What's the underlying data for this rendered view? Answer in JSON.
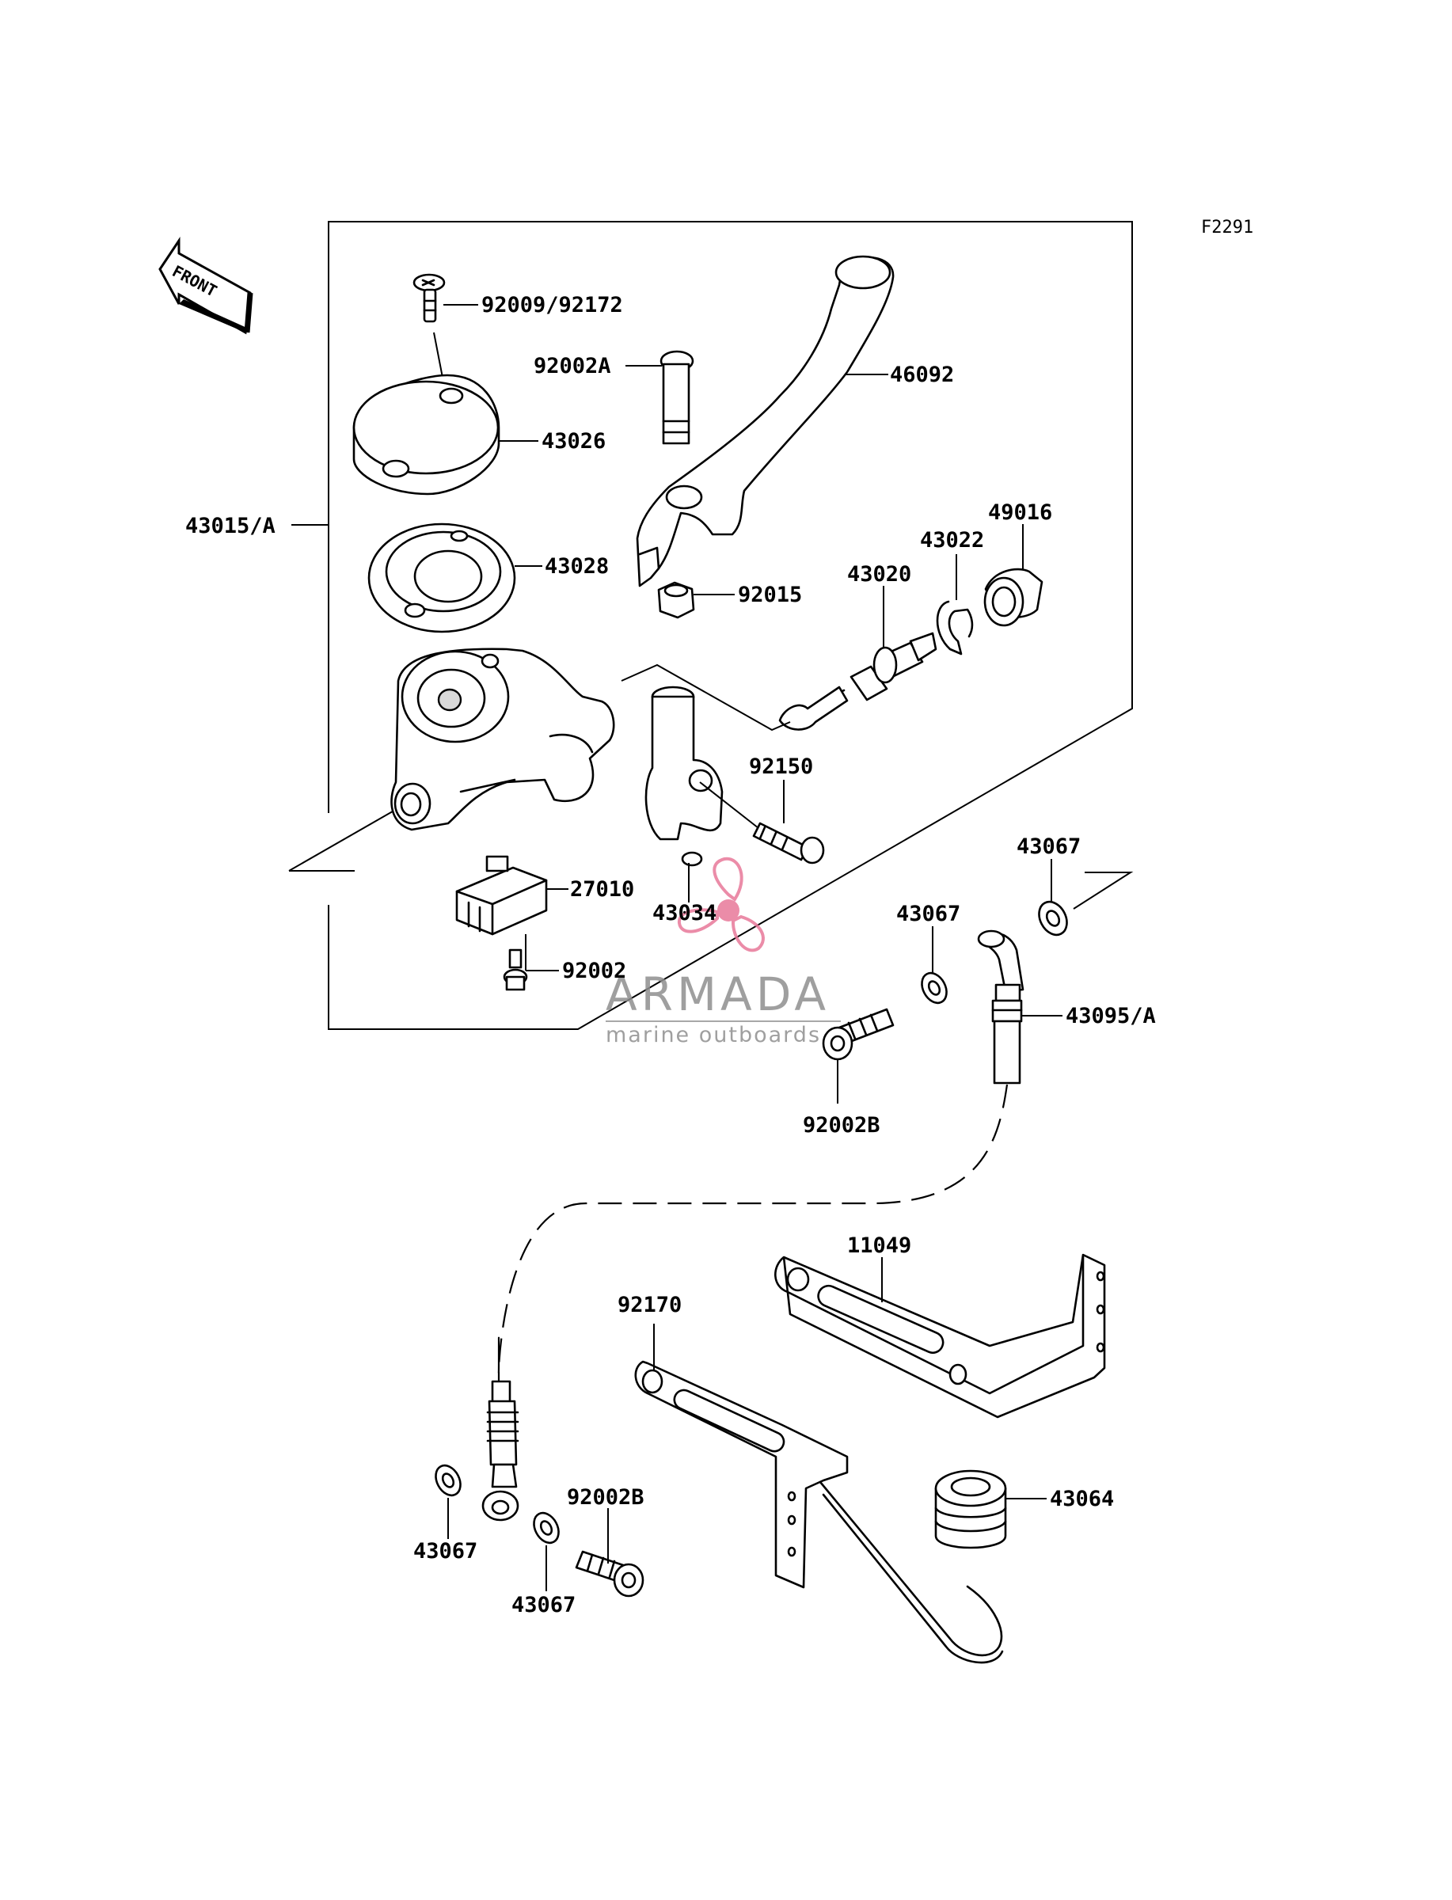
{
  "figure_code": "F2291",
  "front_label": "FRONT",
  "watermark": {
    "brand": "ARMADA",
    "tagline": "marine outboards",
    "accent_color": "#e8789a"
  },
  "parts": [
    {
      "id": "p1",
      "label": "92009/92172"
    },
    {
      "id": "p2",
      "label": "92002A"
    },
    {
      "id": "p3",
      "label": "46092"
    },
    {
      "id": "p4",
      "label": "43026"
    },
    {
      "id": "p5",
      "label": "43015/A"
    },
    {
      "id": "p6",
      "label": "43028"
    },
    {
      "id": "p7",
      "label": "49016"
    },
    {
      "id": "p8",
      "label": "43022"
    },
    {
      "id": "p9",
      "label": "43020"
    },
    {
      "id": "p10",
      "label": "92015"
    },
    {
      "id": "p11",
      "label": "92150"
    },
    {
      "id": "p12",
      "label": "43067"
    },
    {
      "id": "p13",
      "label": "27010"
    },
    {
      "id": "p14",
      "label": "43034"
    },
    {
      "id": "p15",
      "label": "43067"
    },
    {
      "id": "p16",
      "label": "92002"
    },
    {
      "id": "p17",
      "label": "43095/A"
    },
    {
      "id": "p18",
      "label": "92002B"
    },
    {
      "id": "p19",
      "label": "11049"
    },
    {
      "id": "p20",
      "label": "92170"
    },
    {
      "id": "p21",
      "label": "92002B"
    },
    {
      "id": "p22",
      "label": "43064"
    },
    {
      "id": "p23",
      "label": "43067"
    },
    {
      "id": "p24",
      "label": "43067"
    }
  ]
}
